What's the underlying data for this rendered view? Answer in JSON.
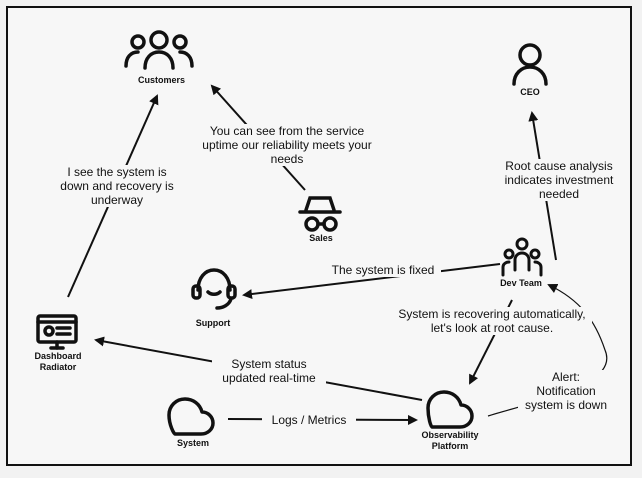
{
  "nodes": {
    "customers": {
      "label": "Customers",
      "icon": "people-group-icon"
    },
    "ceo": {
      "label": "CEO",
      "icon": "person-icon"
    },
    "sales": {
      "label": "Sales",
      "icon": "spy-icon"
    },
    "dev_team": {
      "label": "Dev Team",
      "icon": "team-icon"
    },
    "support": {
      "label": "Support",
      "icon": "headset-icon"
    },
    "dashboard": {
      "label_line1": "Dashboard",
      "label_line2": "Radiator",
      "icon": "dashboard-icon"
    },
    "system": {
      "label": "System",
      "icon": "cloud-icon"
    },
    "observability": {
      "label_line1": "Observability",
      "label_line2": "Platform",
      "icon": "cloud-icon"
    }
  },
  "edges": {
    "sales_to_customers": {
      "line1": "You can see from the service",
      "line2": "uptime our reliability meets your",
      "line3": "needs"
    },
    "dashboard_to_customers": {
      "line1": "I see the system is",
      "line2": "down and recovery is",
      "line3": "underway"
    },
    "dev_to_ceo": {
      "line1": "Root cause analysis",
      "line2": "indicates investment",
      "line3": "needed"
    },
    "dev_to_support": {
      "line1": "The system is fixed"
    },
    "dev_to_observability": {
      "line1": "System is recovering automatically,",
      "line2": "let's look at root cause."
    },
    "observability_to_dashboard": {
      "line1": "System status",
      "line2": "updated real-time"
    },
    "system_to_observability": {
      "line1": "Logs / Metrics"
    },
    "observability_to_dev": {
      "line1": "Alert:",
      "line2": "Notification",
      "line3": "system is down"
    }
  },
  "colors": {
    "stroke": "#111111",
    "background": "#f7f7f7"
  }
}
